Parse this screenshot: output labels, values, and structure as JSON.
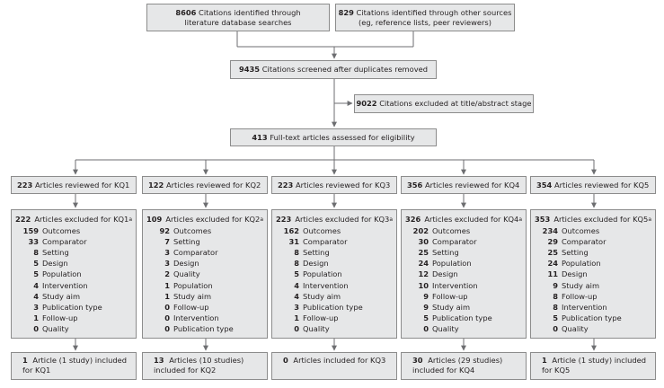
{
  "top": {
    "db": {
      "n": "8606",
      "text1": "Citations identified through",
      "text2": "literature database searches"
    },
    "other": {
      "n": "829",
      "text1": "Citations identified through other sources",
      "text2": "(eg, reference lists, peer reviewers)"
    }
  },
  "screened": {
    "n": "9435",
    "text": "Citations screened after duplicates removed"
  },
  "excluded_abstract": {
    "n": "9022",
    "text": "Citations excluded at title/abstract stage"
  },
  "fulltext": {
    "n": "413",
    "text": "Full-text articles assessed for eligibility"
  },
  "kqs": [
    {
      "reviewed_n": "223",
      "reviewed_text": "Articles reviewed for KQ1",
      "excluded_n": "222",
      "excluded_text": "Articles excluded for KQ1",
      "sup": "a",
      "reasons": [
        {
          "n": "159",
          "label": "Outcomes"
        },
        {
          "n": "33",
          "label": "Comparator"
        },
        {
          "n": "8",
          "label": "Setting"
        },
        {
          "n": "5",
          "label": "Design"
        },
        {
          "n": "5",
          "label": "Population"
        },
        {
          "n": "4",
          "label": "Intervention"
        },
        {
          "n": "4",
          "label": "Study aim"
        },
        {
          "n": "3",
          "label": "Publication type"
        },
        {
          "n": "1",
          "label": "Follow-up"
        },
        {
          "n": "0",
          "label": "Quality"
        }
      ],
      "included_n": "1",
      "included_line1": "Article (1 study) included",
      "included_line2": "for KQ1"
    },
    {
      "reviewed_n": "122",
      "reviewed_text": "Articles reviewed for KQ2",
      "excluded_n": "109",
      "excluded_text": "Articles excluded for KQ2",
      "sup": "a",
      "reasons": [
        {
          "n": "92",
          "label": "Outcomes"
        },
        {
          "n": "7",
          "label": "Setting"
        },
        {
          "n": "3",
          "label": "Comparator"
        },
        {
          "n": "3",
          "label": "Design"
        },
        {
          "n": "2",
          "label": "Quality"
        },
        {
          "n": "1",
          "label": "Population"
        },
        {
          "n": "1",
          "label": "Study aim"
        },
        {
          "n": "0",
          "label": "Follow-up"
        },
        {
          "n": "0",
          "label": "Intervention"
        },
        {
          "n": "0",
          "label": "Publication type"
        }
      ],
      "included_n": "13",
      "included_line1": "Articles (10 studies)",
      "included_line2": "included for KQ2"
    },
    {
      "reviewed_n": "223",
      "reviewed_text": "Articles reviewed for KQ3",
      "excluded_n": "223",
      "excluded_text": "Articles excluded for KQ3",
      "sup": "a",
      "reasons": [
        {
          "n": "162",
          "label": "Outcomes"
        },
        {
          "n": "31",
          "label": "Comparator"
        },
        {
          "n": "8",
          "label": "Setting"
        },
        {
          "n": "8",
          "label": "Design"
        },
        {
          "n": "5",
          "label": "Population"
        },
        {
          "n": "4",
          "label": "Intervention"
        },
        {
          "n": "4",
          "label": "Study aim"
        },
        {
          "n": "3",
          "label": "Publication type"
        },
        {
          "n": "1",
          "label": "Follow-up"
        },
        {
          "n": "0",
          "label": "Quality"
        }
      ],
      "included_n": "0",
      "included_line1": "Articles included for KQ3",
      "included_line2": ""
    },
    {
      "reviewed_n": "356",
      "reviewed_text": "Articles reviewed for KQ4",
      "excluded_n": "326",
      "excluded_text": "Articles excluded for KQ4",
      "sup": "a",
      "reasons": [
        {
          "n": "202",
          "label": "Outcomes"
        },
        {
          "n": "30",
          "label": "Comparator"
        },
        {
          "n": "25",
          "label": "Setting"
        },
        {
          "n": "24",
          "label": "Population"
        },
        {
          "n": "12",
          "label": "Design"
        },
        {
          "n": "10",
          "label": "Intervention"
        },
        {
          "n": "9",
          "label": "Follow-up"
        },
        {
          "n": "9",
          "label": "Study aim"
        },
        {
          "n": "5",
          "label": "Publication type"
        },
        {
          "n": "0",
          "label": "Quality"
        }
      ],
      "included_n": "30",
      "included_line1": "Articles (29 studies)",
      "included_line2": "included for KQ4"
    },
    {
      "reviewed_n": "354",
      "reviewed_text": "Articles reviewed for KQ5",
      "excluded_n": "353",
      "excluded_text": "Articles excluded for KQ5",
      "sup": "a",
      "reasons": [
        {
          "n": "234",
          "label": "Outcomes"
        },
        {
          "n": "29",
          "label": "Comparator"
        },
        {
          "n": "25",
          "label": "Setting"
        },
        {
          "n": "24",
          "label": "Population"
        },
        {
          "n": "11",
          "label": "Design"
        },
        {
          "n": "9",
          "label": "Study aim"
        },
        {
          "n": "8",
          "label": "Follow-up"
        },
        {
          "n": "8",
          "label": "Intervention"
        },
        {
          "n": "5",
          "label": "Publication type"
        },
        {
          "n": "0",
          "label": "Quality"
        }
      ],
      "included_n": "1",
      "included_line1": "Article (1 study) included",
      "included_line2": "for KQ5"
    }
  ]
}
